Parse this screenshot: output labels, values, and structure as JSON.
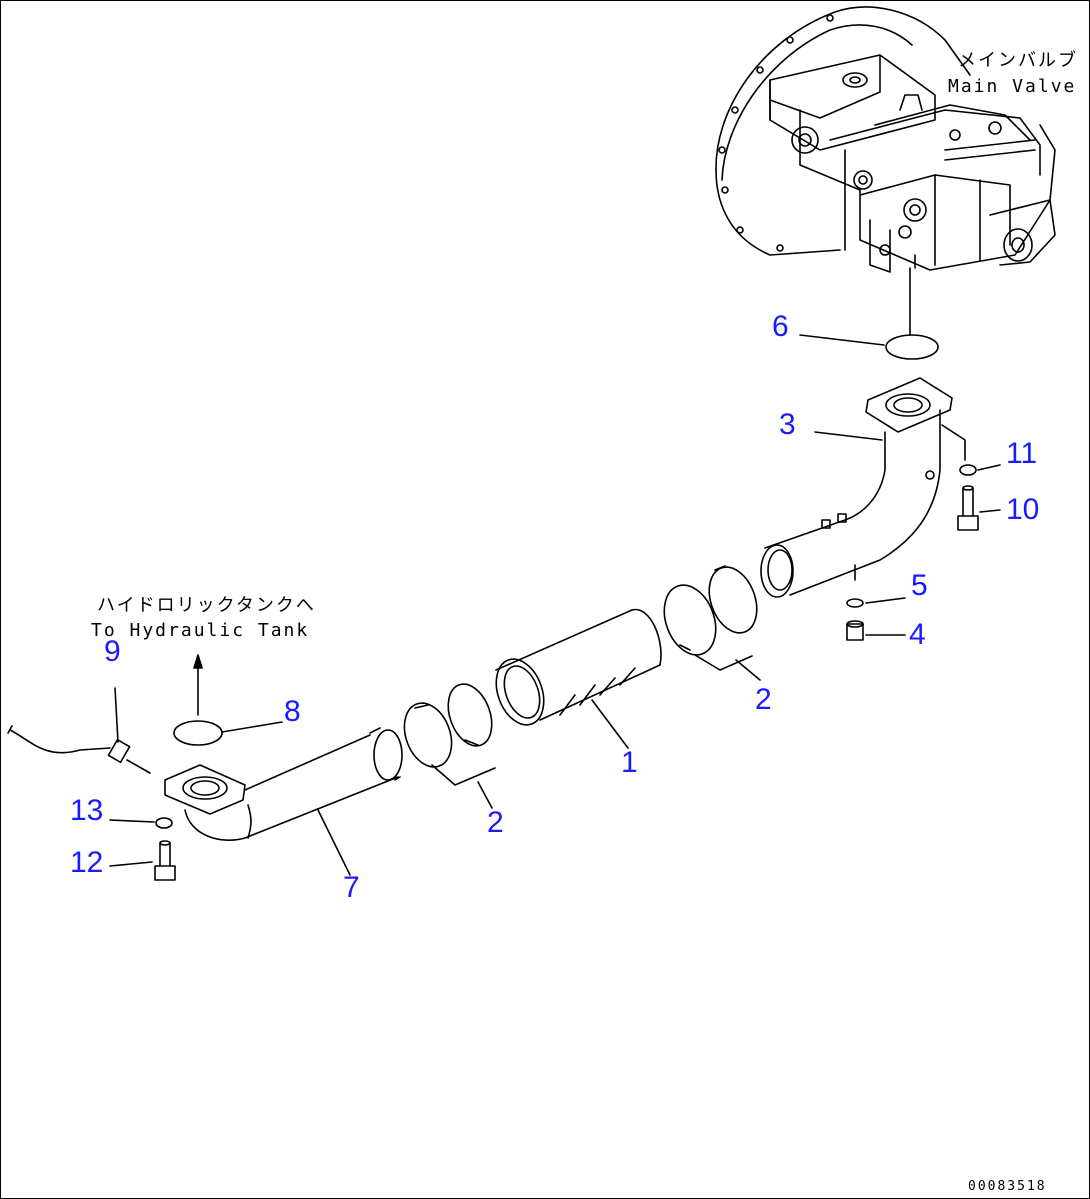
{
  "labels": {
    "main_valve_jp": "メインバルブ",
    "main_valve_en": "Main Valve",
    "tank_jp": "ハイドロリックタンクへ",
    "tank_en": "To Hydraulic Tank",
    "drawing_number": "00083518"
  },
  "callouts": {
    "c1": "1",
    "c2a": "2",
    "c2b": "2",
    "c3": "3",
    "c4": "4",
    "c5": "5",
    "c6": "6",
    "c7": "7",
    "c8": "8",
    "c9": "9",
    "c10": "10",
    "c11": "11",
    "c12": "12",
    "c13": "13"
  },
  "colors": {
    "callout": "#1a1aff",
    "line": "#000000",
    "background": "#ffffff"
  }
}
